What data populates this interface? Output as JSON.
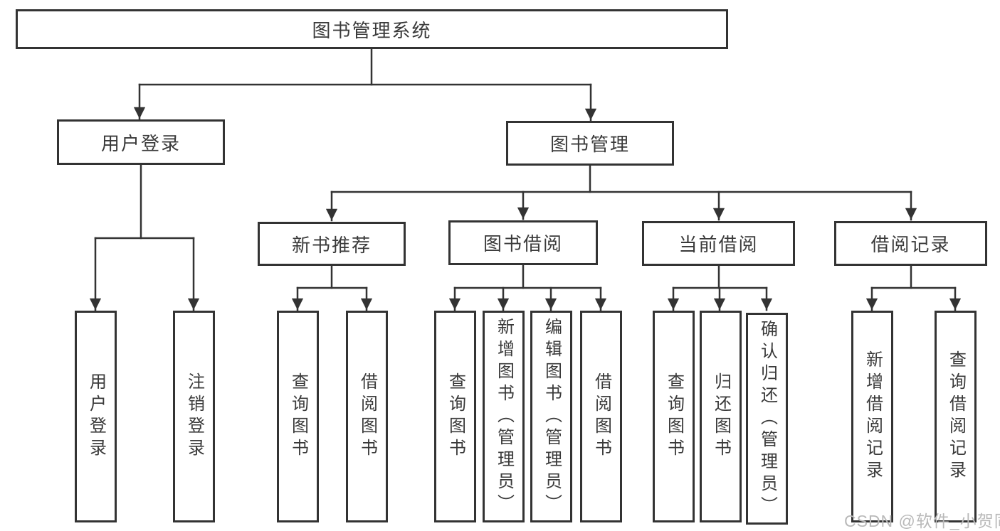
{
  "diagram": {
    "title": "图书管理系统",
    "level2": {
      "user_login": "用户登录",
      "book_management": "图书管理"
    },
    "level3": {
      "new_book_recommend": "新书推荐",
      "book_borrowing": "图书借阅",
      "current_borrowing": "当前借阅",
      "borrowing_records": "借阅记录"
    },
    "leaves": {
      "user_login": "用户登录",
      "logout": "注销登录",
      "query_books_1": "查询图书",
      "borrow_books_1": "借阅图书",
      "query_books_2": "查询图书",
      "add_book_admin": "新增图书（管理员）",
      "edit_book_admin": "编辑图书（管理员）",
      "borrow_books_2": "借阅图书",
      "query_books_3": "查询图书",
      "return_books": "归还图书",
      "confirm_return_admin": "确认归还（管理员）",
      "add_borrow_record": "新增借阅记录",
      "query_borrow_record": "查询借阅记录"
    }
  },
  "watermark": "CSDN @软件_小贺同学",
  "colors": {
    "line": "#333333",
    "text": "#3a3a3a",
    "watermark": "#b9b9b9",
    "background": "#ffffff"
  }
}
